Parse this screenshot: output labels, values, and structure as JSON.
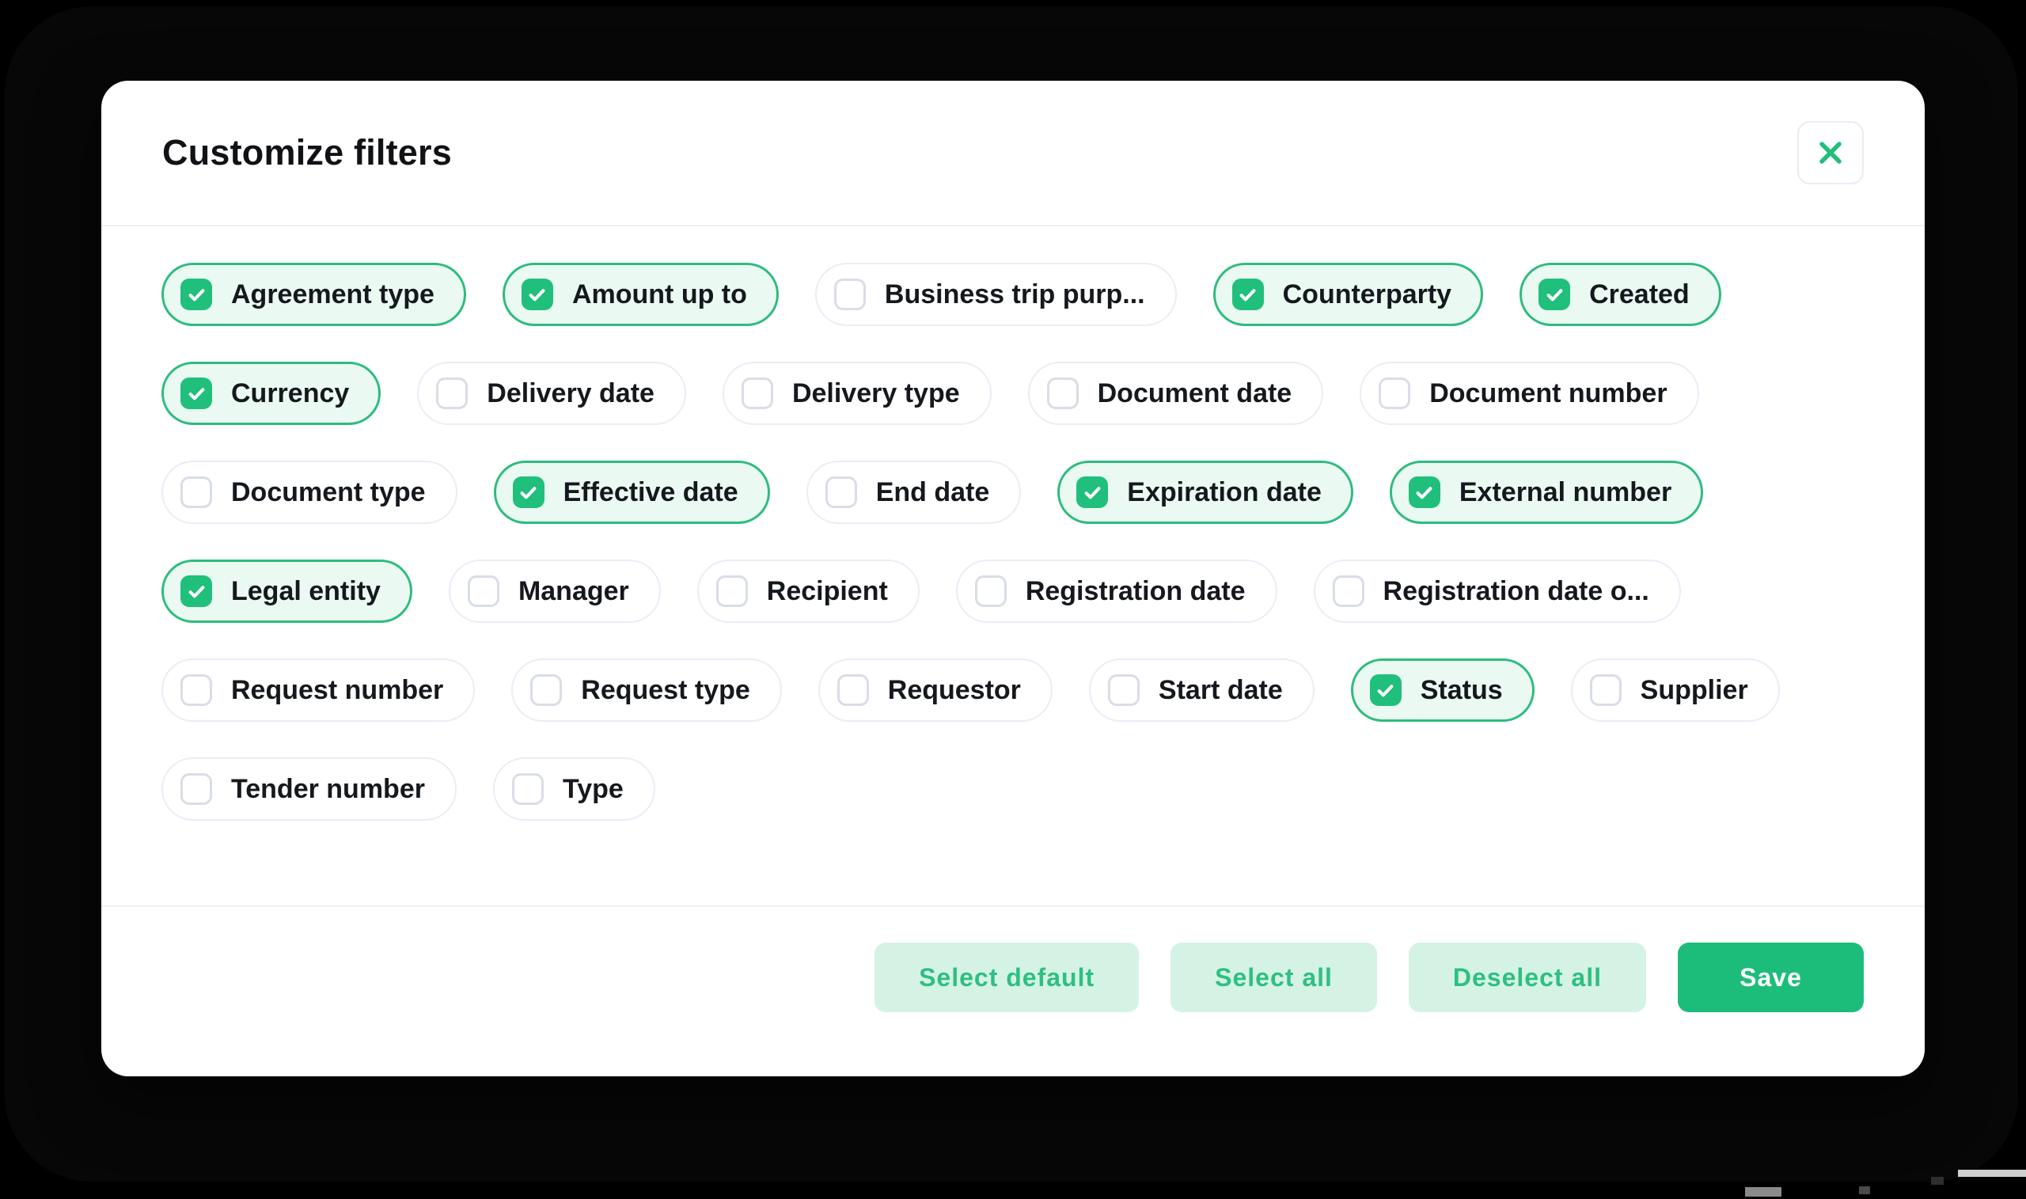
{
  "dialog": {
    "title": "Customize filters",
    "close_icon": "x-mark"
  },
  "filters": {
    "rows": [
      [
        {
          "label": "Agreement type",
          "checked": true
        },
        {
          "label": "Amount up to",
          "checked": true
        },
        {
          "label": "Business trip purp...",
          "checked": false
        },
        {
          "label": "Counterparty",
          "checked": true
        },
        {
          "label": "Created",
          "checked": true
        }
      ],
      [
        {
          "label": "Currency",
          "checked": true
        },
        {
          "label": "Delivery date",
          "checked": false
        },
        {
          "label": "Delivery type",
          "checked": false
        },
        {
          "label": "Document date",
          "checked": false
        },
        {
          "label": "Document number",
          "checked": false
        }
      ],
      [
        {
          "label": "Document type",
          "checked": false
        },
        {
          "label": "Effective date",
          "checked": true
        },
        {
          "label": "End date",
          "checked": false
        },
        {
          "label": "Expiration date",
          "checked": true
        },
        {
          "label": "External number",
          "checked": true
        }
      ],
      [
        {
          "label": "Legal entity",
          "checked": true
        },
        {
          "label": "Manager",
          "checked": false
        },
        {
          "label": "Recipient",
          "checked": false
        },
        {
          "label": "Registration date",
          "checked": false
        },
        {
          "label": "Registration date o...",
          "checked": false
        }
      ],
      [
        {
          "label": "Request number",
          "checked": false
        },
        {
          "label": "Request type",
          "checked": false
        },
        {
          "label": "Requestor",
          "checked": false
        },
        {
          "label": "Start date",
          "checked": false
        },
        {
          "label": "Status",
          "checked": true
        },
        {
          "label": "Supplier",
          "checked": false
        }
      ],
      [
        {
          "label": "Tender number",
          "checked": false
        },
        {
          "label": "Type",
          "checked": false
        }
      ]
    ]
  },
  "footer": {
    "buttons": [
      {
        "label": "Select default",
        "variant": "light"
      },
      {
        "label": "Select all",
        "variant": "light"
      },
      {
        "label": "Deselect all",
        "variant": "light"
      },
      {
        "label": "Save",
        "variant": "solid"
      }
    ]
  },
  "colors": {
    "accent_green": "#20bf7c",
    "chip_checked_bg": "#eaf9f2",
    "chip_checked_border": "#2dbc7e",
    "chip_unchecked_border": "#e9edf6",
    "checkbox_unchecked_border": "#d9dde6",
    "light_button_bg": "#d5f3e5",
    "light_button_text": "#2ebf82",
    "save_button_bg": "#1cbd7a",
    "text": "#15181d",
    "divider": "#edf0f5"
  }
}
